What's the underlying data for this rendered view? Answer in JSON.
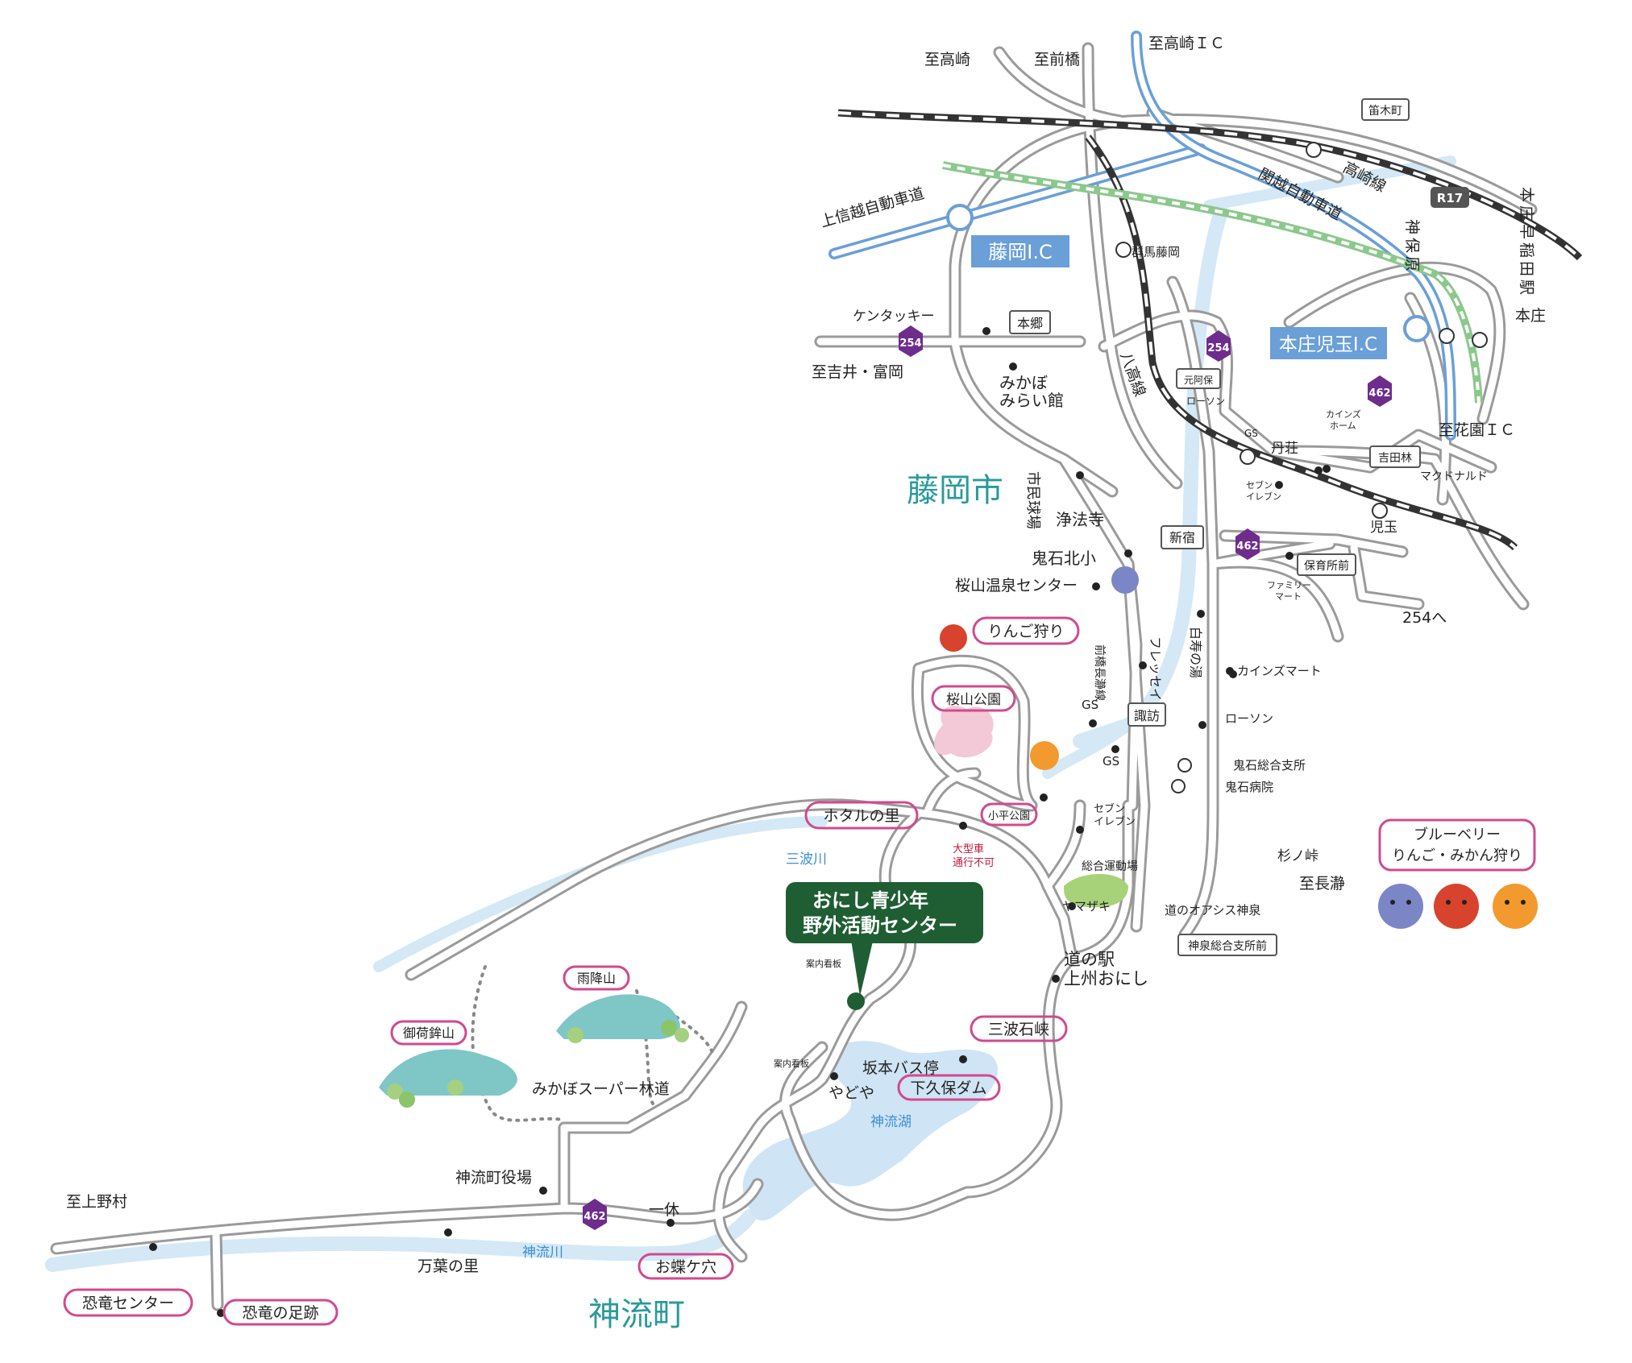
{
  "regions": {
    "fujioka": "藤岡市",
    "kanna": "神流町"
  },
  "center": {
    "line1": "おにし青少年",
    "line2": "野外活動センター"
  },
  "badges": {
    "apple": "りんご狩り",
    "sakurayama": "桜山公園",
    "hotaru": "ホタルの里",
    "kodaira": "小平公園",
    "amefuri": "雨降山",
    "mikabu": "御荷鉾山",
    "sanba": "三波石峡",
    "shimokubo": "下久保ダム",
    "ochoke": "お蝶ケ穴",
    "dino_center": "恐竜センター",
    "dino_foot": "恐竜の足跡"
  },
  "legend": {
    "line1": "ブルーベリー",
    "line2": "りんご・みかん狩り"
  },
  "ics": {
    "fujioka": "藤岡I.C",
    "honjo": "本庄児玉I.C"
  },
  "directions": {
    "takasaki": "至高崎",
    "maebashi": "至前橋",
    "takasaki_ic": "至高崎ＩＣ",
    "yoshii": "至吉井・富岡",
    "hanazono": "至花園ＩＣ",
    "nagatoro": "至長瀞",
    "ueno": "至上野村",
    "to254": "254へ"
  },
  "highways": {
    "joshinetsu": "上信越自動車道",
    "kanetsu": "関越自動車道"
  },
  "rail": {
    "takasaki_line": "高崎線",
    "hachiko_line": "八高線",
    "maebashi_line": "前橋長瀞線"
  },
  "routes": {
    "r254": "254",
    "r462": "462",
    "r17": "R17"
  },
  "boxed": {
    "hongo": "本郷",
    "shinshuku": "新宿",
    "suwa": "諏訪",
    "motoabo": "元阿保",
    "yoshidabayashi": "吉田林",
    "hoikusho": "保育所前",
    "fueki": "笛木町",
    "kamiizumi": "神泉総合支所前"
  },
  "labels": {
    "kfc": "ケンタッキー",
    "mikabo1": "みかぼ",
    "mikabo2": "みらい館",
    "gunma_fujioka": "群馬藤岡",
    "shimin": "市民球場",
    "johoji": "浄法寺",
    "onishi_kita": "鬼石北小",
    "onsen": "桜山温泉センター",
    "fresh": "フレッセイ",
    "hakuju": "白寿の湯",
    "cainz_mart": "カインズマート",
    "lawson": "ローソン",
    "lawson2": "ローソン",
    "gs1": "GS",
    "gs2": "GS",
    "gs3": "GS",
    "onishi_shisho": "鬼石総合支所",
    "onishi_byoin": "鬼石病院",
    "seven1": "セブン",
    "seven2": "イレブン",
    "seven3": "セブン",
    "seven4": "イレブン",
    "sugino": "杉ノ峠",
    "oasis": "道のオアシス神泉",
    "sogo": "総合運動場",
    "yamazaki": "ヤマザキ",
    "michinoeki1": "道の駅",
    "michinoeki2": "上州おにし",
    "sakamoto": "坂本バス停",
    "yadoya": "やどや",
    "kannako": "神流湖",
    "kannagawa": "神流川",
    "sanbagawa": "三波川",
    "kanban1": "案内看板",
    "kanban2": "案内看板",
    "oogata1": "大型車",
    "oogata2": "通行不可",
    "rindo": "みかぼスーパー林道",
    "yakuba": "神流町役場",
    "ikkyu": "一休",
    "manyo": "万葉の里",
    "tanjo": "丹荘",
    "cainz_home1": "カインズ",
    "cainz_home2": "ホーム",
    "mcd": "マクドナルド",
    "kodama": "児玉",
    "famima1": "ファミリー",
    "famima2": "マート",
    "honjo": "本庄",
    "honjo_waseda": "本庄早稲田駅",
    "jimbohara": "神保原"
  }
}
